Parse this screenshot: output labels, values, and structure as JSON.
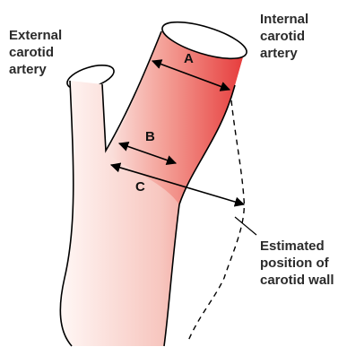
{
  "labels": {
    "external": [
      "External",
      "carotid",
      "artery"
    ],
    "internal": [
      "Internal",
      "carotid",
      "artery"
    ],
    "estimated": [
      "Estimated",
      "position of",
      "carotid wall"
    ]
  },
  "measurements": {
    "a": "A",
    "b": "B",
    "c": "C"
  },
  "colors": {
    "vessel_dark": "#e84a4a",
    "vessel_light": "#fde8e4",
    "outline": "#000000"
  }
}
